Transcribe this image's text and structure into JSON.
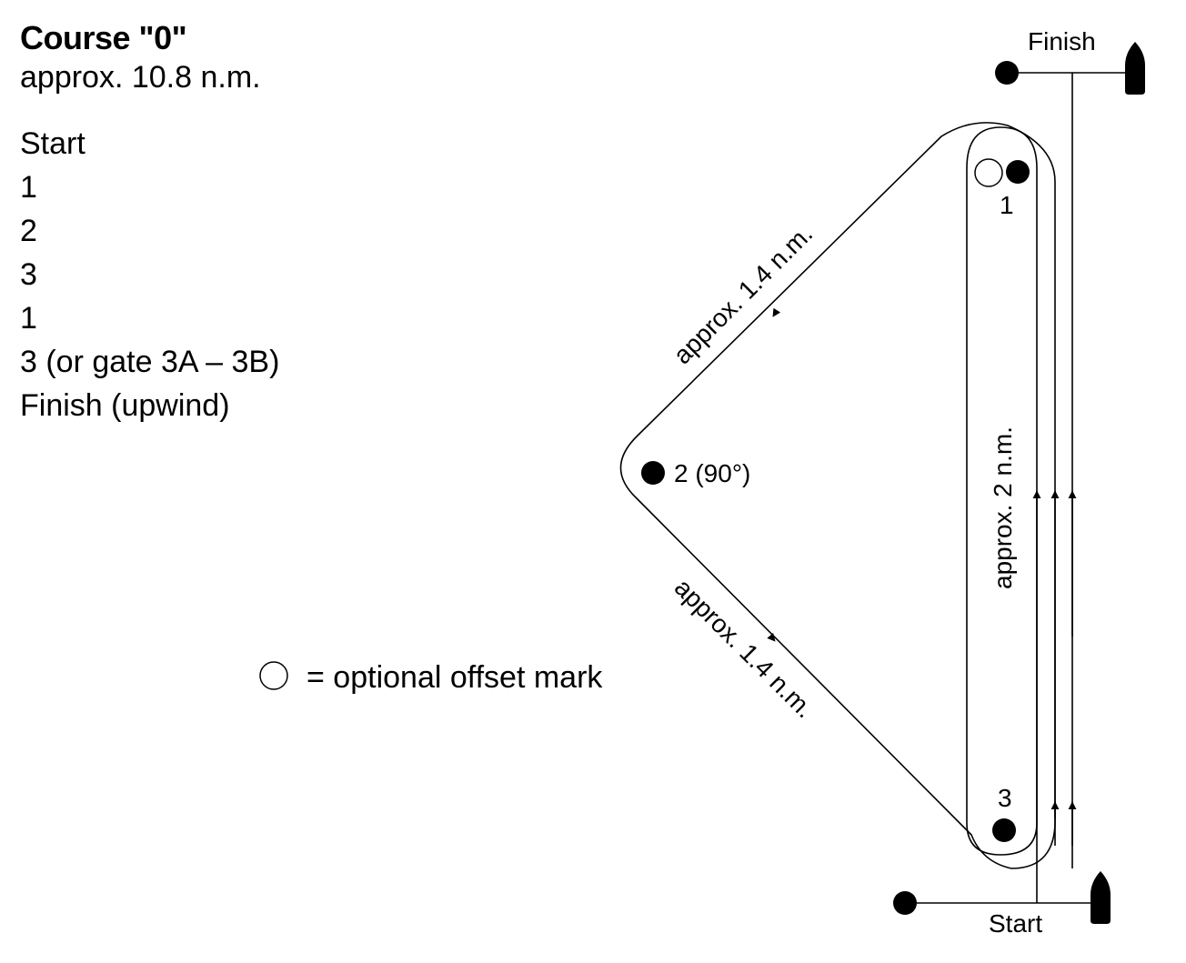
{
  "course": {
    "title": "Course \"0\"",
    "length": "approx. 10.8 n.m.",
    "sequence": [
      "Start",
      "1",
      "2",
      "3",
      "1",
      "3 (or gate 3A – 3B)",
      "Finish (upwind)"
    ]
  },
  "key": {
    "text": "= optional offset mark"
  },
  "diagram": {
    "finish_label": "Finish",
    "start_label": "Start",
    "mark_1_label": "1",
    "mark_2_label": "2 (90°)",
    "mark_3_label": "3",
    "leg_1_2_label": "approx. 1.4 n.m.",
    "leg_2_3_label": "approx. 1.4 n.m.",
    "leg_3_1_label": "approx. 2 n.m."
  }
}
